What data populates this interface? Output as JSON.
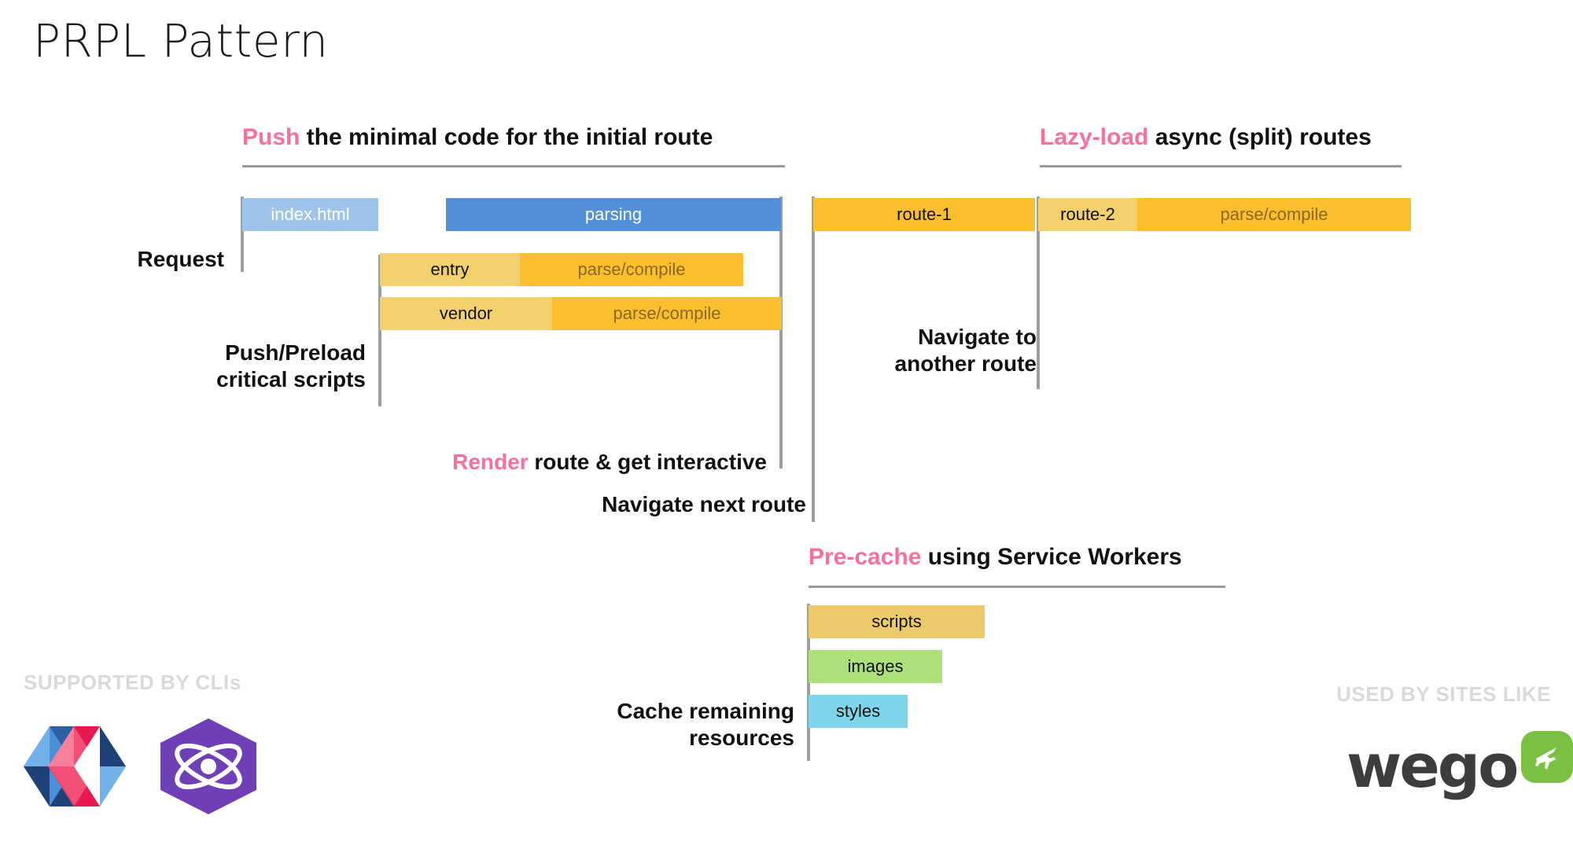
{
  "slide": {
    "title": "PRPL Pattern"
  },
  "sections": {
    "push": {
      "keyword": "Push",
      "rest": " the minimal code for the initial route",
      "bars": [
        {
          "name": "index.html",
          "segments": [
            {
              "label": "index.html",
              "color": "#9FC5EA",
              "text_color": "#ffffff"
            }
          ]
        },
        {
          "name": "parsing",
          "segments": [
            {
              "label": "parsing",
              "color": "#5490D8",
              "text_color": "#ffffff"
            }
          ]
        },
        {
          "name": "entry",
          "segments": [
            {
              "label": "entry",
              "color": "#F2D06B",
              "text_color": "#111111"
            },
            {
              "label": "parse/compile",
              "color": "#FBBE2E",
              "text_color": "#8a6a22"
            }
          ]
        },
        {
          "name": "vendor",
          "segments": [
            {
              "label": "vendor",
              "color": "#F2D06B",
              "text_color": "#111111"
            },
            {
              "label": "parse/compile",
              "color": "#FBBE2E",
              "text_color": "#8a6a22"
            }
          ]
        }
      ]
    },
    "lazy": {
      "keyword": "Lazy-load",
      "rest": " async (split) routes",
      "bars": [
        {
          "name": "route-1",
          "segments": [
            {
              "label": "route-1",
              "color": "#FBBE2E",
              "text_color": "#111111"
            }
          ]
        },
        {
          "name": "route-2",
          "segments": [
            {
              "label": "route-2",
              "color": "#F2D06B",
              "text_color": "#111111"
            },
            {
              "label": "parse/compile",
              "color": "#FBBE2E",
              "text_color": "#8a6a22"
            }
          ]
        }
      ]
    },
    "precache": {
      "keyword": "Pre-cache",
      "rest": " using Service Workers",
      "bars": [
        {
          "name": "scripts",
          "segments": [
            {
              "label": "scripts",
              "color": "#EDCA69",
              "text_color": "#111111"
            }
          ]
        },
        {
          "name": "images",
          "segments": [
            {
              "label": "images",
              "color": "#AEE07A",
              "text_color": "#111111"
            }
          ]
        },
        {
          "name": "styles",
          "segments": [
            {
              "label": "styles",
              "color": "#7ED4E8",
              "text_color": "#111111"
            }
          ]
        }
      ]
    }
  },
  "annotations": {
    "request": "Request",
    "push_preload": "Push/Preload\ncritical scripts",
    "render_keyword": "Render",
    "render_rest": " route & get interactive",
    "navigate_next": "Navigate next route",
    "navigate_another": "Navigate to\nanother route",
    "cache_remaining": "Cache remaining\nresources"
  },
  "footer": {
    "supported_caption": "SUPPORTED BY CLIs",
    "used_caption": "USED BY SITES LIKE",
    "logos": [
      {
        "name": "polymer-logo",
        "label": "Polymer"
      },
      {
        "name": "preact-logo",
        "label": "Preact"
      }
    ],
    "site_logo": {
      "name": "wego-logo",
      "wordmark": "wego"
    }
  },
  "colors": {
    "accent_pink": "#F8719B",
    "rail_gray": "#9e9e9e",
    "caption_gray": "#d9d9d9"
  }
}
